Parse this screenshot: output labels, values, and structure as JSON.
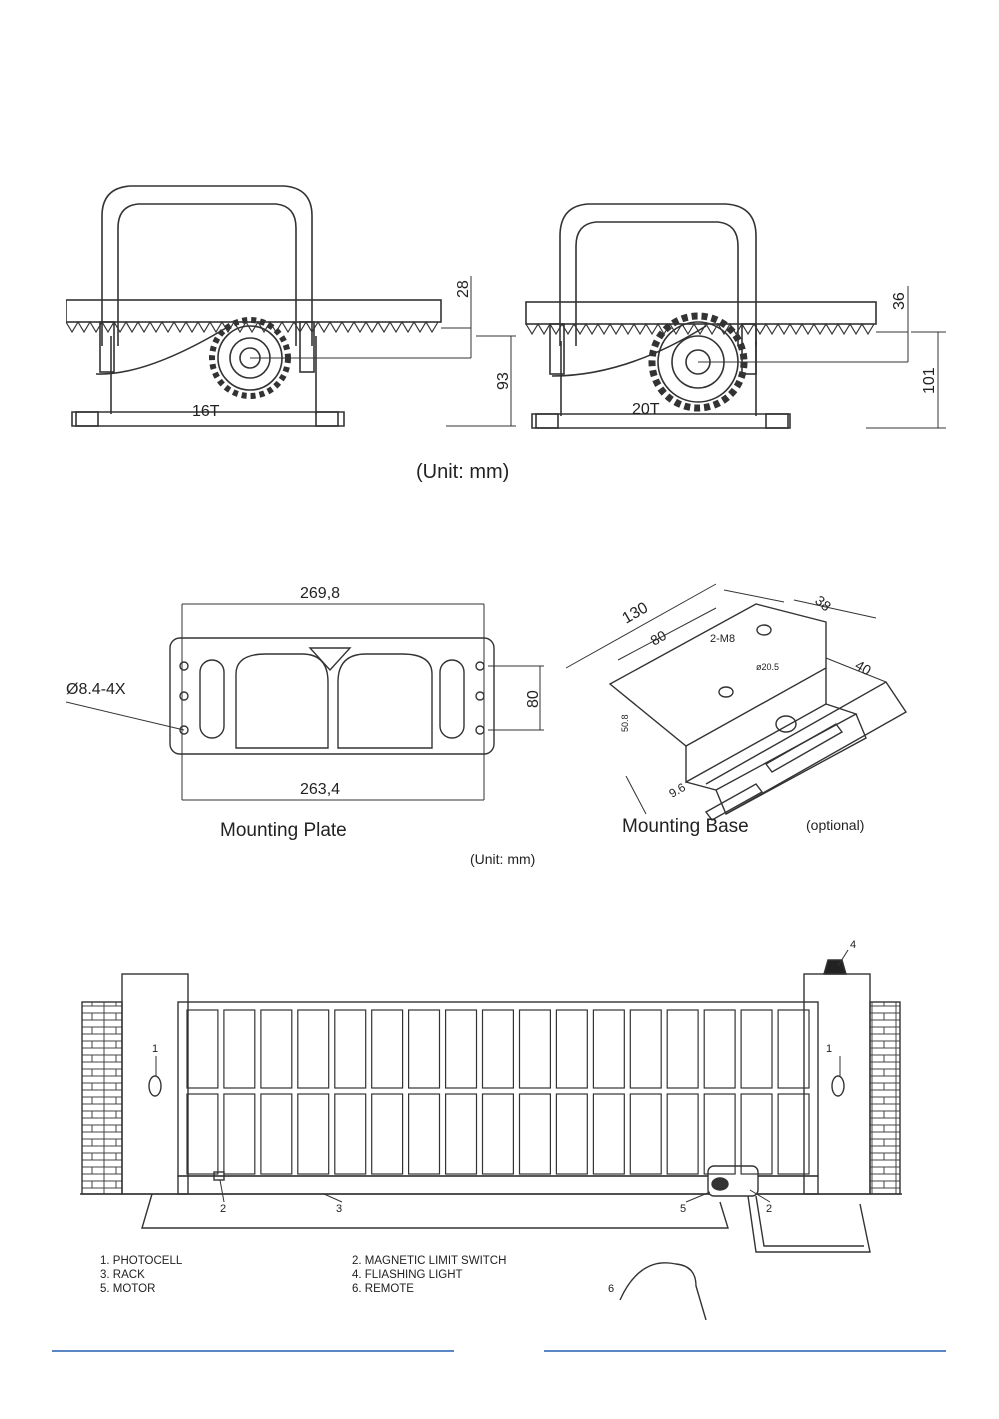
{
  "section1": {
    "left_gear_label": "16T",
    "left_rack_height": "28",
    "left_total_height": "93",
    "right_gear_label": "20T",
    "right_rack_height": "36",
    "right_total_height": "101",
    "unit": "(Unit: mm)"
  },
  "section2": {
    "plate_width_top": "269,8",
    "plate_width_bottom": "263,4",
    "plate_hole_spacing": "80",
    "plate_holes": "Ø8.4-4X",
    "plate_title": "Mounting Plate",
    "base_length": "130",
    "base_inner": "80",
    "base_width_top": "38",
    "base_width_side": "40",
    "base_bolts": "2-M8",
    "base_hole_dia": "ø20.5",
    "base_height": "50.8",
    "base_thickness": "9.6",
    "base_title": "Mounting Base",
    "base_optional": "(optional)",
    "unit": "(Unit: mm)"
  },
  "section3": {
    "callouts": {
      "photocell_left": "1",
      "photocell_right": "1",
      "limit_switch_left": "2",
      "limit_switch_right": "2",
      "rack": "3",
      "light": "4",
      "motor": "5",
      "remote": "6"
    },
    "legend": [
      "1. PHOTOCELL",
      "2. MAGNETIC LIMIT SWITCH",
      "3. RACK",
      "4. FLIASHING LIGHT",
      "5. MOTOR",
      "6. REMOTE"
    ]
  },
  "colors": {
    "footer_line": "#5b86c5",
    "line": "#333333"
  }
}
